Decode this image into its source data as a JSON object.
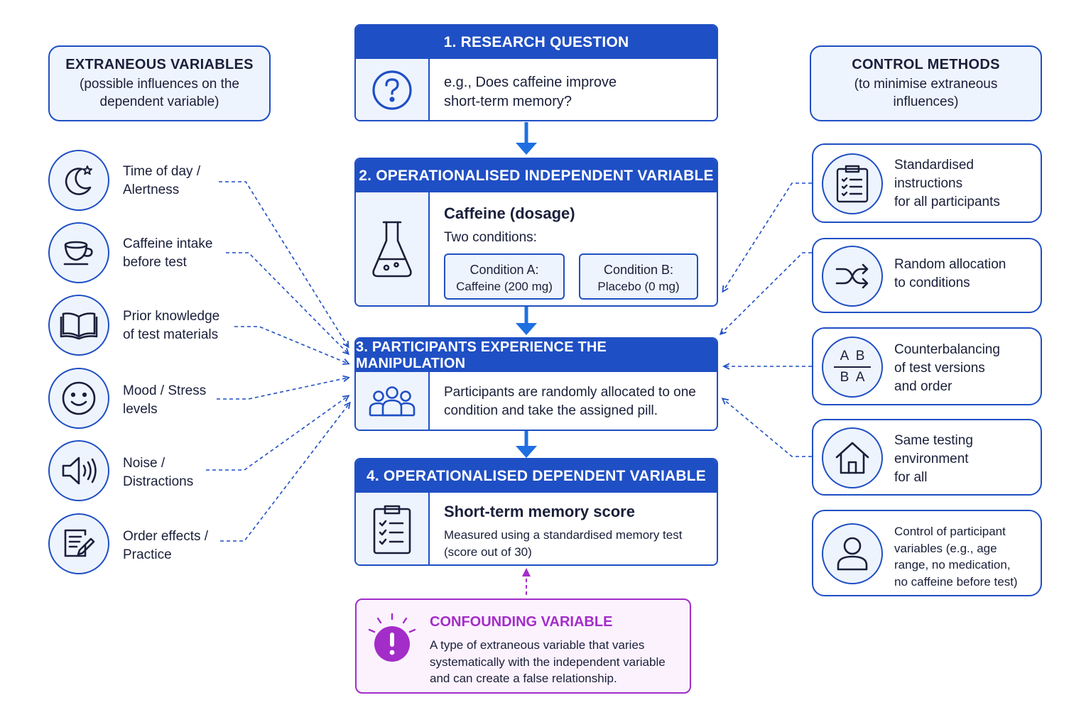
{
  "colors": {
    "primary": "#1f4fc4",
    "light_fill": "#eef4fd",
    "confound": "#a32dc8",
    "text": "#1a1f3a"
  },
  "extraneous": {
    "title": "EXTRANEOUS VARIABLES",
    "subtitle_line1": "(possible influences on the",
    "subtitle_line2": "dependent variable)",
    "items": [
      {
        "icon": "moon-star-icon",
        "line1": "Time of day /",
        "line2": "Alertness"
      },
      {
        "icon": "coffee-cup-icon",
        "line1": "Caffeine intake",
        "line2": "before test"
      },
      {
        "icon": "open-book-icon",
        "line1": "Prior knowledge",
        "line2": "of test materials"
      },
      {
        "icon": "smiley-face-icon",
        "line1": "Mood / Stress",
        "line2": "levels"
      },
      {
        "icon": "speaker-icon",
        "line1": "Noise /",
        "line2": "Distractions"
      },
      {
        "icon": "document-pencil-icon",
        "line1": "Order effects /",
        "line2": "Practice"
      }
    ]
  },
  "steps": {
    "research": {
      "title": "1. RESEARCH QUESTION",
      "icon": "question-mark-icon",
      "line1": "e.g., Does caffeine improve",
      "line2": "short-term memory?"
    },
    "iv": {
      "title": "2. OPERATIONALISED INDEPENDENT VARIABLE",
      "icon": "flask-icon",
      "heading": "Caffeine (dosage)",
      "sub": "Two conditions:",
      "cond_a_line1": "Condition A:",
      "cond_a_line2": "Caffeine (200 mg)",
      "cond_b_line1": "Condition B:",
      "cond_b_line2": "Placebo (0 mg)"
    },
    "manipulation": {
      "title": "3. PARTICIPANTS EXPERIENCE THE MANIPULATION",
      "icon": "group-icon",
      "line1": "Participants are randomly allocated to one",
      "line2": "condition and take the assigned pill."
    },
    "dv": {
      "title": "4. OPERATIONALISED DEPENDENT VARIABLE",
      "icon": "clipboard-checklist-icon",
      "heading": "Short-term memory score",
      "line1": "Measured using a standardised memory test",
      "line2": "(score out of 30)"
    }
  },
  "control": {
    "title": "CONTROL METHODS",
    "subtitle_line1": "(to minimise extraneous",
    "subtitle_line2": "influences)",
    "items": [
      {
        "icon": "clipboard-list-icon",
        "line1": "Standardised",
        "line2": "instructions",
        "line3": "for all participants"
      },
      {
        "icon": "shuffle-icon",
        "line1": "Random allocation",
        "line2": "to conditions"
      },
      {
        "icon": "ab-ba-icon",
        "glyph_top": "A  B",
        "glyph_bottom": "B  A",
        "line1": "Counterbalancing",
        "line2": "of test versions",
        "line3": "and order"
      },
      {
        "icon": "house-icon",
        "line1": "Same testing",
        "line2": "environment",
        "line3": "for all"
      },
      {
        "icon": "person-icon",
        "line1": "Control of participant",
        "line2": "variables (e.g., age",
        "line3": "range, no medication,",
        "line4": "no caffeine before test)"
      }
    ]
  },
  "confounding": {
    "icon": "exclamation-burst-icon",
    "title": "CONFOUNDING VARIABLE",
    "line1": "A type of extraneous variable that varies",
    "line2": "systematically with the independent variable",
    "line3": "and can create a false relationship."
  }
}
